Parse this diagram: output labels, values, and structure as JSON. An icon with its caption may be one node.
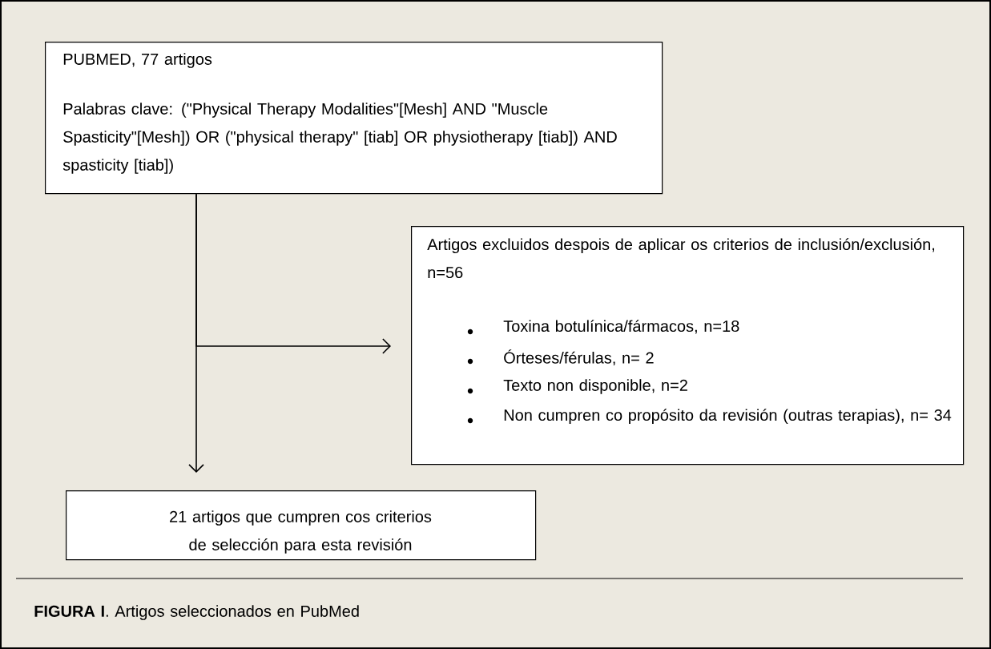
{
  "diagram": {
    "caption": "**FIGURA I**. Artigos seleccionados en PubMed",
    "nodes": [
      {
        "text": [
          "PUBMED, 77 artigos",
          "Palabras clave: (\"Physical Therapy Modalities\"[Mesh] AND \"Muscle Spasticity\"[Mesh]) OR (\"physical therapy\" [tiab] OR physiotherapy [tiab]) AND spasticity [tiab])"
        ]
      },
      {
        "text": [
          "Artigos excluidos despois de aplicar os criterios de inclusión/exclusión, n=56",
          "Toxina botulínica/fármacos, n=18",
          "Órteses/férulas, n= 2",
          "Texto non disponible, n=2",
          "Non cumpren co propósito da revisión (outras terapias), n= 34"
        ]
      },
      {
        "text": [
          "21 artigos que cumpren cos criterios de selección para esta revisión"
        ]
      }
    ],
    "edges": [
      {
        "from": 0,
        "to": 2,
        "arrow": "to"
      },
      {
        "from": 0,
        "to": 1,
        "arrow": "to"
      }
    ]
  }
}
